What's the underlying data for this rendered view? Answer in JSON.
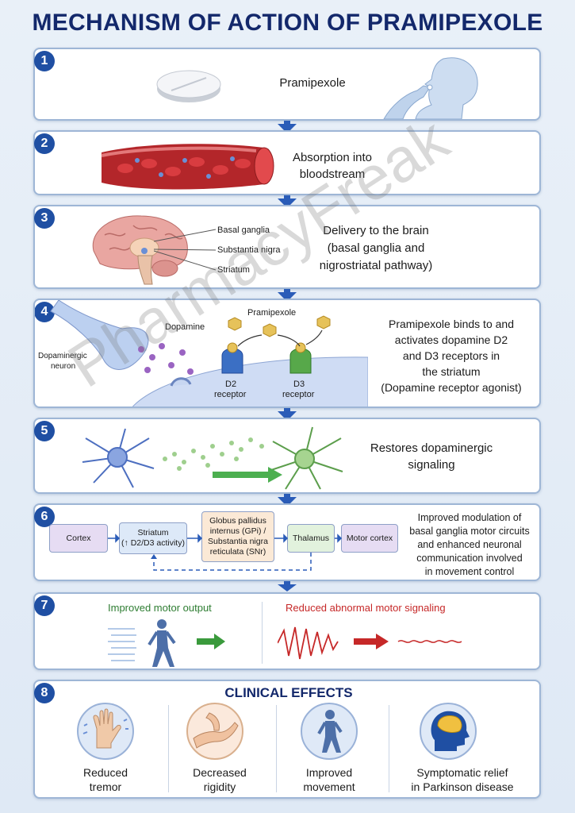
{
  "title": "MECHANISM OF ACTION OF PRAMIPEXOLE",
  "watermark": "PharmacyFreak",
  "steps": {
    "s1": {
      "num": "1",
      "text": "Pramipexole"
    },
    "s2": {
      "num": "2",
      "text_l1": "Absorption into",
      "text_l2": "bloodstream"
    },
    "s3": {
      "num": "3",
      "text_l1": "Delivery to the brain",
      "text_l2": "(basal ganglia and",
      "text_l3": "nigrostriatal pathway)",
      "labels": [
        "Basal ganglia",
        "Substantia nigra",
        "Striatum"
      ]
    },
    "s4": {
      "num": "4",
      "text_l1": "Pramipexole binds to and",
      "text_l2": "activates dopamine D2",
      "text_l3": "and D3 receptors in",
      "text_l4": "the striatum",
      "text_l5": "(Dopamine receptor agonist)",
      "label_pramipexole": "Pramipexole",
      "label_dopamine": "Dopamine",
      "label_neuron_l1": "Dopaminergic",
      "label_neuron_l2": "neuron",
      "label_d2_l1": "D2",
      "label_d2_l2": "receptor",
      "label_d3_l1": "D3",
      "label_d3_l2": "receptor"
    },
    "s5": {
      "num": "5",
      "text_l1": "Restores dopaminergic",
      "text_l2": "signaling"
    },
    "s6": {
      "num": "6",
      "boxes": {
        "cortex": "Cortex",
        "striatum_l1": "Striatum",
        "striatum_l2": "(↑ D2/D3 activity)",
        "gp_l1": "Globus pallidus",
        "gp_l2": "internus (GPi) /",
        "gp_l3": "Substantia nigra",
        "gp_l4": "reticulata (SNr)",
        "thalamus": "Thalamus",
        "motor": "Motor cortex"
      },
      "text_l1": "Improved modulation of",
      "text_l2": "basal ganglia motor circuits",
      "text_l3": "and enhanced neuronal",
      "text_l4": "communication involved",
      "text_l5": "in movement control"
    },
    "s7": {
      "num": "7",
      "left_label": "Improved motor output",
      "right_label": "Reduced abnormal motor signaling"
    },
    "s8": {
      "num": "8",
      "heading": "CLINICAL EFFECTS",
      "effects": [
        {
          "l1": "Reduced",
          "l2": "tremor"
        },
        {
          "l1": "Decreased",
          "l2": "rigidity"
        },
        {
          "l1": "Improved",
          "l2": "movement"
        },
        {
          "l1": "Symptomatic relief",
          "l2": "in Parkinson disease"
        }
      ]
    }
  },
  "colors": {
    "title": "#13286b",
    "number_badge": "#1f4fa3",
    "arrow": "#2a5cb8",
    "green_arrow": "#3a9a3c",
    "red_signal": "#c62828",
    "improved_label": "#2e7d32",
    "reduced_label": "#c62828"
  }
}
